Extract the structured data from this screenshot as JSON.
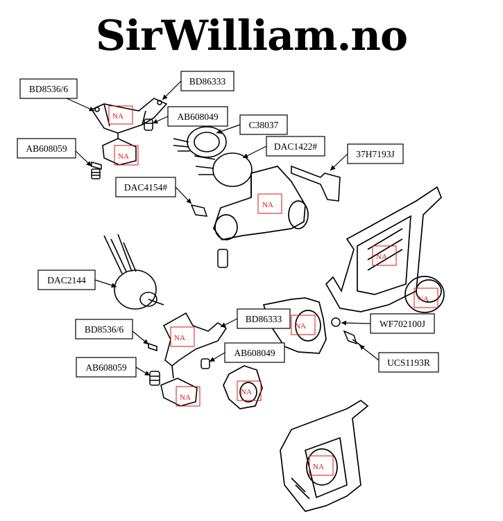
{
  "brand": "SirWilliam.no",
  "na_marker": "NA",
  "colors": {
    "na": "#d11111",
    "ink": "#000000"
  },
  "callouts": {
    "c1": "BD8536/6",
    "c2": "BD86333",
    "c3": "AB608049",
    "c4": "C38037",
    "c5": "DAC1422#",
    "c6": "AB608059",
    "c7": "37H7193J",
    "c8": "DAC4154#",
    "c9": "DAC2144",
    "c10": "BD86333",
    "c11": "WF702100J",
    "c12": "BD8536/6",
    "c13": "AB608049",
    "c14": "UCS1193R",
    "c15": "AB608059"
  }
}
